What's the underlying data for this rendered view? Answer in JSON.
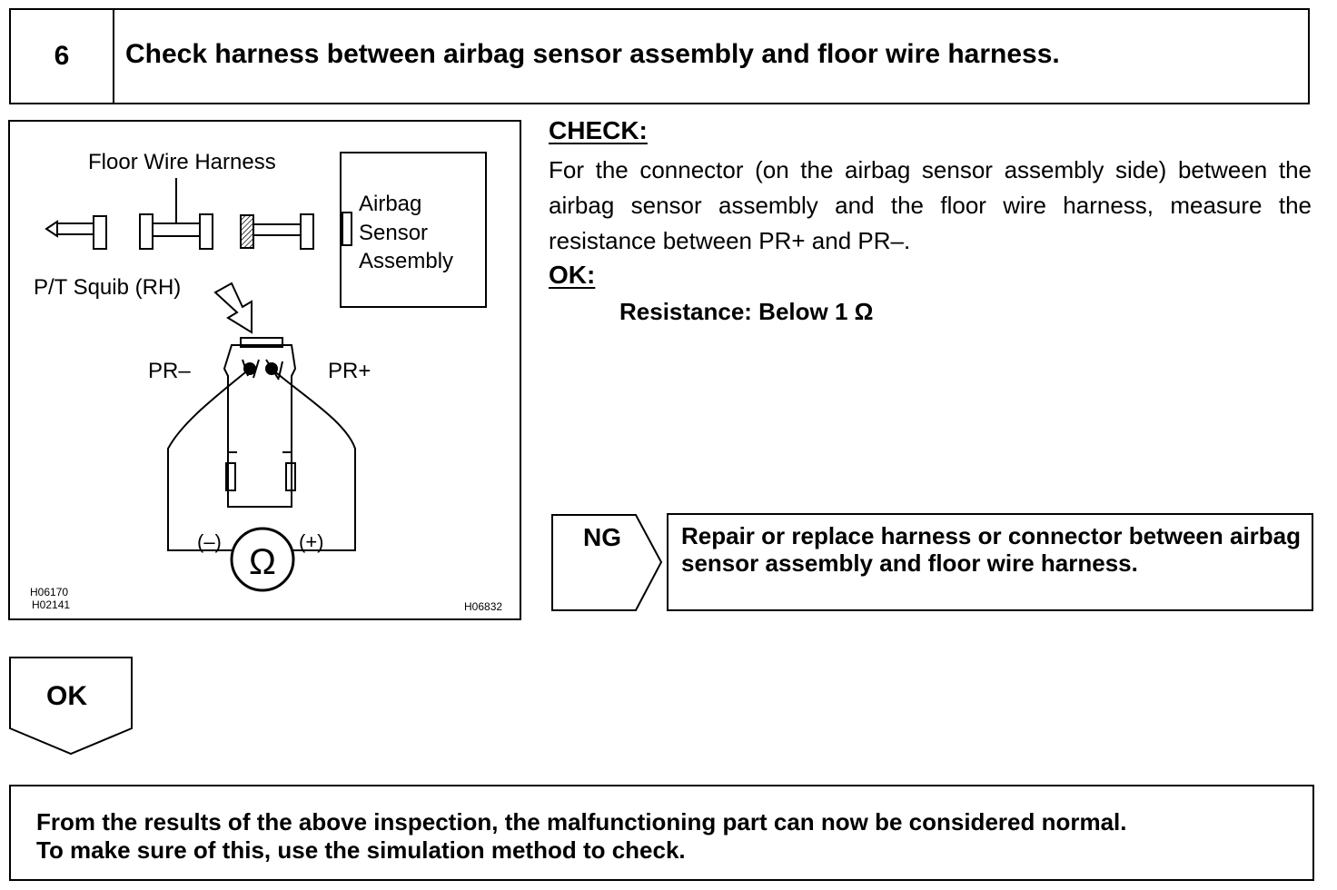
{
  "step": {
    "number": "6",
    "title": "Check harness between airbag sensor assembly and floor wire harness."
  },
  "figure": {
    "floor_wire_harness": "Floor Wire Harness",
    "airbag_line1": "Airbag",
    "airbag_line2": "Sensor",
    "airbag_line3": "Assembly",
    "squib_label": "P/T Squib (RH)",
    "pr_minus": "PR–",
    "pr_plus": "PR+",
    "minus_sign": "(–)",
    "plus_sign": "(+)",
    "ohm": "Ω",
    "code_1": "H06170",
    "code_2": "H02141",
    "code_3": "H06832"
  },
  "check": {
    "heading": "CHECK:",
    "text": "For the connector (on the airbag sensor assembly side) between the airbag sensor assembly and the floor wire harness, measure the resistance between PR+ and PR–.",
    "ok_heading": "OK:",
    "resistance": "Resistance: Below 1 Ω"
  },
  "ng": {
    "label": "NG",
    "text": "Repair or replace harness or connector between airbag sensor assembly and floor wire harness."
  },
  "ok": {
    "label": "OK"
  },
  "final": {
    "line1": "From the results of the above inspection, the malfunctioning part can now be considered normal.",
    "line2": "To make sure of this, use the simulation method to check."
  }
}
